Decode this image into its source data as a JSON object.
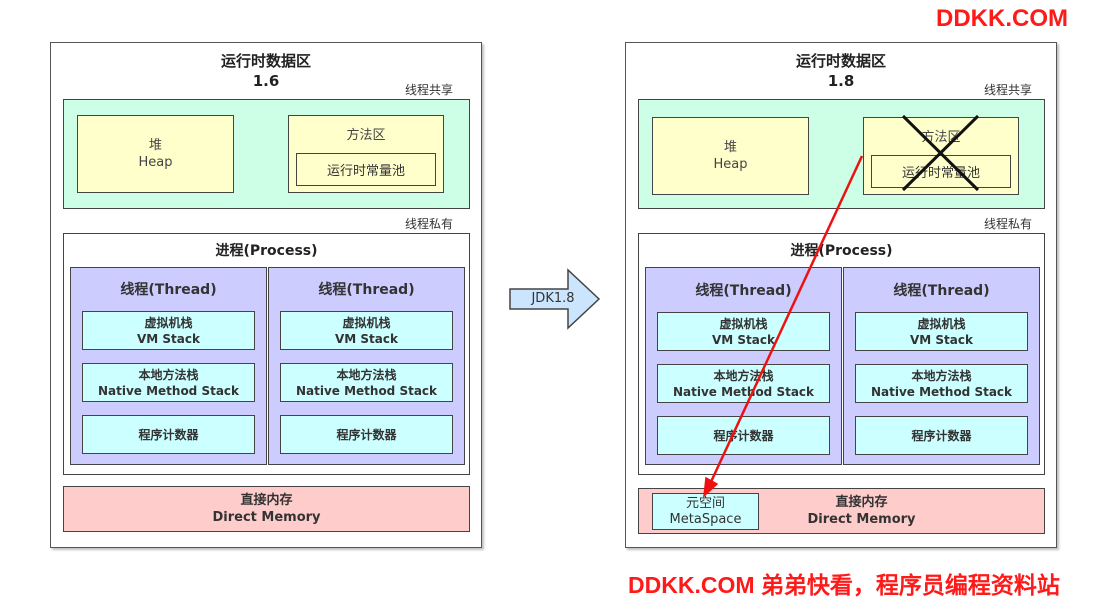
{
  "brand": {
    "top": "DDKK.COM",
    "bottom": "DDKK.COM 弟弟快看，程序员编程资料站"
  },
  "arrow_label": "JDK1.8",
  "left": {
    "title": "运行时数据区",
    "version": "1.6",
    "shared_label": "线程共享",
    "heap_cn": "堆",
    "heap_en": "Heap",
    "method_area": "方法区",
    "const_pool": "运行时常量池",
    "private_label": "线程私有",
    "process": "进程(Process)",
    "threads": [
      {
        "title": "线程(Thread)",
        "vm_cn": "虚拟机栈",
        "vm_en": "VM Stack",
        "native_cn": "本地方法栈",
        "native_en": "Native Method Stack",
        "pc": "程序计数器"
      },
      {
        "title": "线程(Thread)",
        "vm_cn": "虚拟机栈",
        "vm_en": "VM Stack",
        "native_cn": "本地方法栈",
        "native_en": "Native Method Stack",
        "pc": "程序计数器"
      }
    ],
    "direct_cn": "直接内存",
    "direct_en": "Direct Memory"
  },
  "right": {
    "title": "运行时数据区",
    "version": "1.8",
    "shared_label": "线程共享",
    "heap_cn": "堆",
    "heap_en": "Heap",
    "method_area": "方法区",
    "const_pool": "运行时常量池",
    "private_label": "线程私有",
    "process": "进程(Process)",
    "threads": [
      {
        "title": "线程(Thread)",
        "vm_cn": "虚拟机栈",
        "vm_en": "VM Stack",
        "native_cn": "本地方法栈",
        "native_en": "Native Method Stack",
        "pc": "程序计数器"
      },
      {
        "title": "线程(Thread)",
        "vm_cn": "虚拟机栈",
        "vm_en": "VM Stack",
        "native_cn": "本地方法栈",
        "native_en": "Native Method Stack",
        "pc": "程序计数器"
      }
    ],
    "meta_cn": "元空间",
    "meta_en": "MetaSpace",
    "direct_cn": "直接内存",
    "direct_en": "Direct Memory"
  },
  "colors": {
    "shared_bg": "#ccffe6",
    "heap_bg": "#ffffcc",
    "thread_bg": "#ccccff",
    "cell_bg": "#ccffff",
    "direct_bg": "#ffcccc",
    "arrow_bg": "#cce5ff",
    "brand_red": "#ff1a1a"
  }
}
